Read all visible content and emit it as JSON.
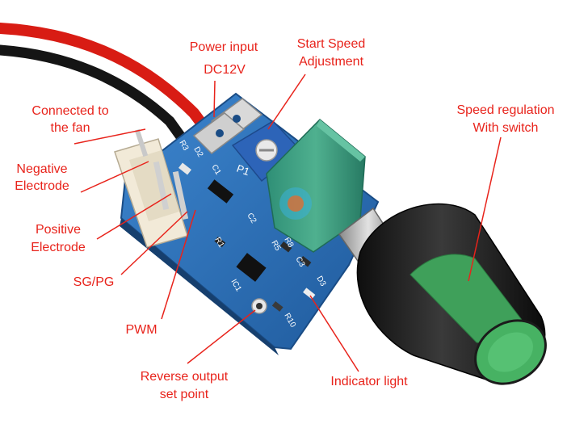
{
  "labels": {
    "power_input": "Power input",
    "dc12v": "DC12V",
    "start_speed_line1": "Start Speed",
    "start_speed_line2": "Adjustment",
    "connected_line1": "Connected to",
    "connected_line2": "the fan",
    "negative_line1": "Negative",
    "negative_line2": "Electrode",
    "positive_line1": "Positive",
    "positive_line2": "Electrode",
    "sgpg": "SG/PG",
    "pwm": "PWM",
    "reverse_line1": "Reverse output",
    "reverse_line2": "set point",
    "indicator": "Indicator light",
    "speed_reg_line1": "Speed regulation",
    "speed_reg_line2": "With switch"
  },
  "board_markings": {
    "r3": "R3",
    "d2": "D2",
    "r1": "R1",
    "c1": "C1",
    "c2": "C2",
    "p1": "P1",
    "c3": "C3",
    "r8": "R8",
    "ic1": "IC1",
    "r10": "R10",
    "d3": "D3",
    "r5": "R5"
  },
  "colors": {
    "label_red": "#e8231b",
    "pcb_blue": "#2e6fb5",
    "knob_green": "#3fa05a",
    "knob_black": "#1b1b1b",
    "wire_red": "#d81c14",
    "wire_black": "#151515"
  }
}
